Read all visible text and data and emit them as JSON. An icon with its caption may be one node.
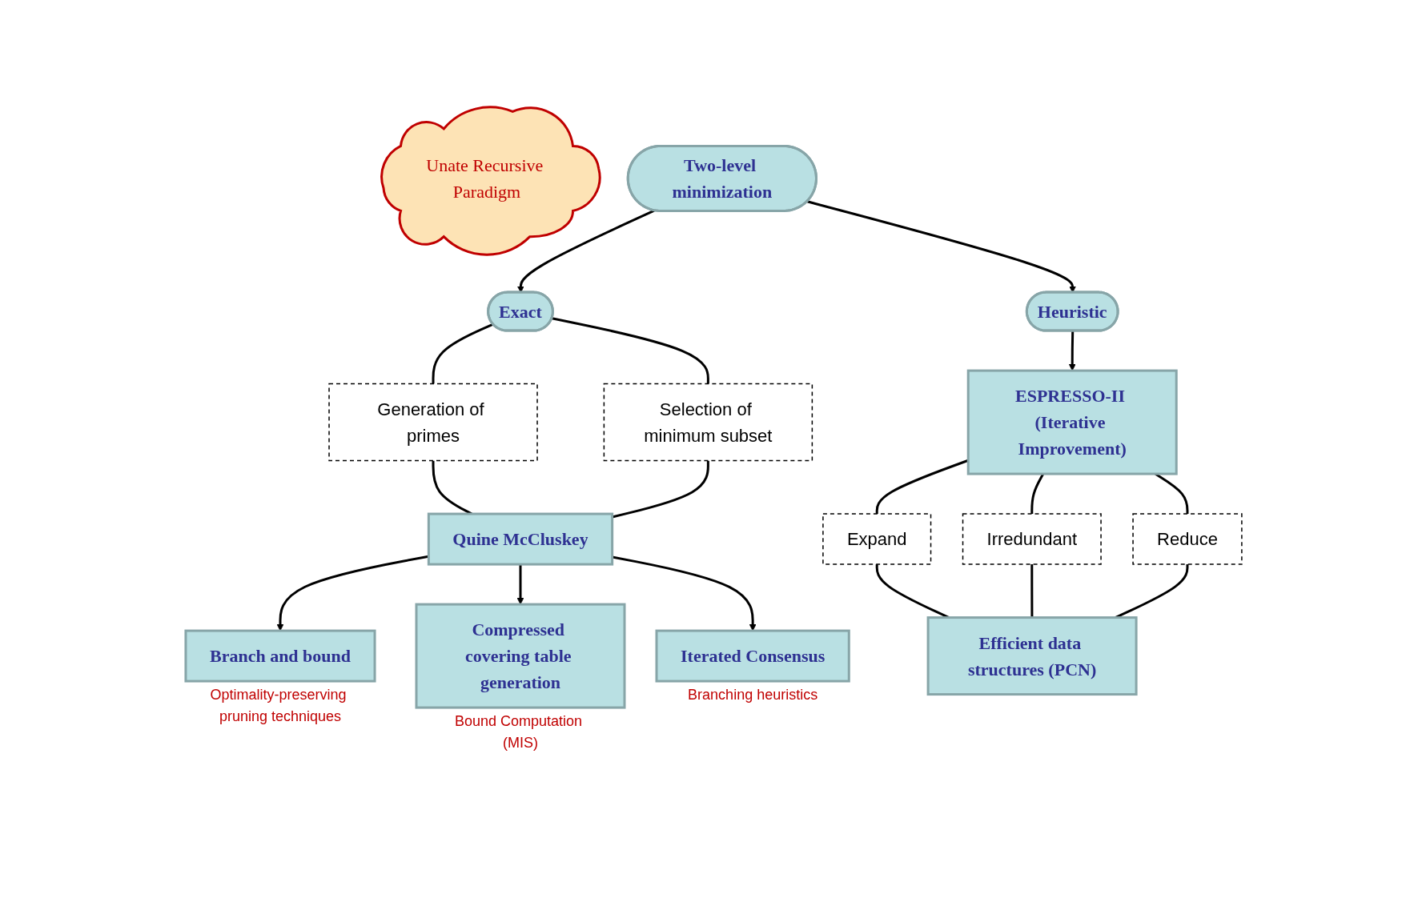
{
  "diagram": {
    "nodes": [
      {
        "text": [
          "Unate Recursive Paradigm"
        ]
      },
      {
        "text": [
          "Two-level minimization"
        ]
      },
      {
        "text": [
          "Exact"
        ]
      },
      {
        "text": [
          "Heuristic"
        ]
      },
      {
        "text": [
          "Generation of primes"
        ]
      },
      {
        "text": [
          "Selection of minimum subset"
        ]
      },
      {
        "text": [
          "Quine McCluskey"
        ]
      },
      {
        "text": [
          "Branch and bound"
        ],
        "beside": [
          "Optimality-preserving pruning techniques"
        ]
      },
      {
        "text": [
          "Compressed covering table generation"
        ],
        "beside": [
          "Bound Computation (MIS)"
        ]
      },
      {
        "text": [
          "Iterated Consensus"
        ],
        "beside": [
          "Branching heuristics"
        ]
      },
      {
        "text": [
          "ESPRESSO-II (Iterative Improvement)"
        ]
      },
      {
        "text": [
          "Expand"
        ]
      },
      {
        "text": [
          "Irredundant"
        ]
      },
      {
        "text": [
          "Reduce"
        ]
      },
      {
        "text": [
          "Efficient data structures (PCN)"
        ]
      }
    ],
    "edges": [
      {
        "from": 1,
        "to": 2,
        "arrow": "to"
      },
      {
        "from": 1,
        "to": 3,
        "arrow": "to"
      },
      {
        "from": 2,
        "to": 4,
        "arrow": "none"
      },
      {
        "from": 2,
        "to": 5,
        "arrow": "none"
      },
      {
        "from": 4,
        "to": 6,
        "arrow": "none"
      },
      {
        "from": 5,
        "to": 6,
        "arrow": "none"
      },
      {
        "from": 6,
        "to": 7,
        "arrow": "to"
      },
      {
        "from": 6,
        "to": 8,
        "arrow": "to"
      },
      {
        "from": 6,
        "to": 9,
        "arrow": "to"
      },
      {
        "from": 3,
        "to": 10,
        "arrow": "to"
      },
      {
        "from": 10,
        "to": 11,
        "arrow": "none"
      },
      {
        "from": 10,
        "to": 12,
        "arrow": "none"
      },
      {
        "from": 10,
        "to": 13,
        "arrow": "none"
      },
      {
        "from": 11,
        "to": 14,
        "arrow": "none"
      },
      {
        "from": 12,
        "to": 14,
        "arrow": "none"
      },
      {
        "from": 13,
        "to": 14,
        "arrow": "none"
      }
    ]
  }
}
